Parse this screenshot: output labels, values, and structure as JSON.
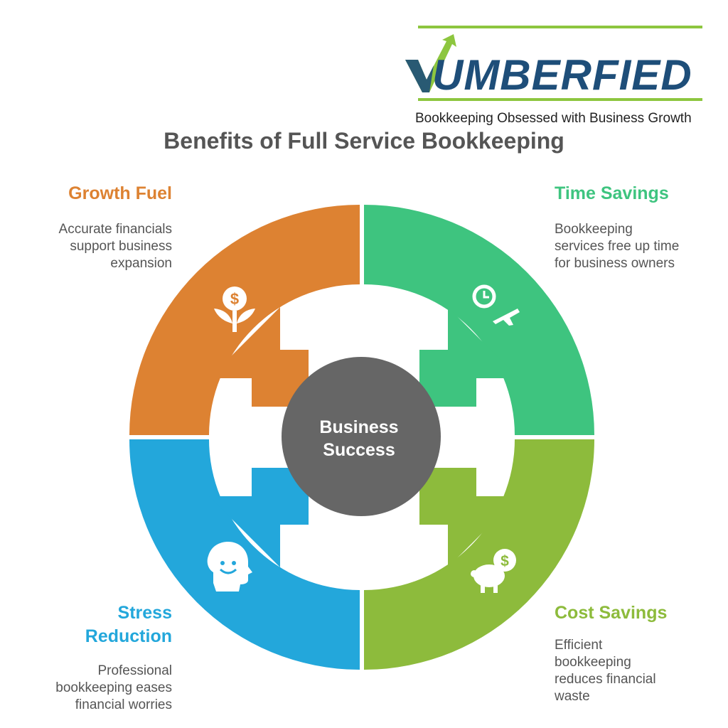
{
  "logo": {
    "wordmark": "UMBERFIED",
    "tagline": "Bookkeeping Obsessed with Business Growth"
  },
  "title": "Benefits of Full Service Bookkeeping",
  "center": {
    "line1": "Business",
    "line2": "Success"
  },
  "quadrants": [
    {
      "id": "growth",
      "title": "Growth Fuel",
      "desc": [
        "Accurate financials",
        "support business",
        "expansion"
      ],
      "color": "#dd8232",
      "icon": "money-plant-icon"
    },
    {
      "id": "time",
      "title": "Time Savings",
      "desc": [
        "Bookkeeping",
        "services free up time",
        "for business owners"
      ],
      "color": "#3ec47f",
      "icon": "clock-plane-icon"
    },
    {
      "id": "cost",
      "title": "Cost Savings",
      "desc": [
        "Efficient",
        "bookkeeping",
        "reduces financial",
        "waste"
      ],
      "color": "#8dbb3c",
      "icon": "piggy-bank-icon"
    },
    {
      "id": "stress",
      "title": [
        "Stress",
        "Reduction"
      ],
      "desc": [
        "Professional",
        "bookkeeping eases",
        "financial worries"
      ],
      "color": "#23a7db",
      "icon": "smiling-head-icon"
    }
  ],
  "colors": {
    "logo_navy": "#1e4e79",
    "logo_green": "#8dc63f",
    "title_gray": "#555555",
    "center_gray": "#666666"
  }
}
